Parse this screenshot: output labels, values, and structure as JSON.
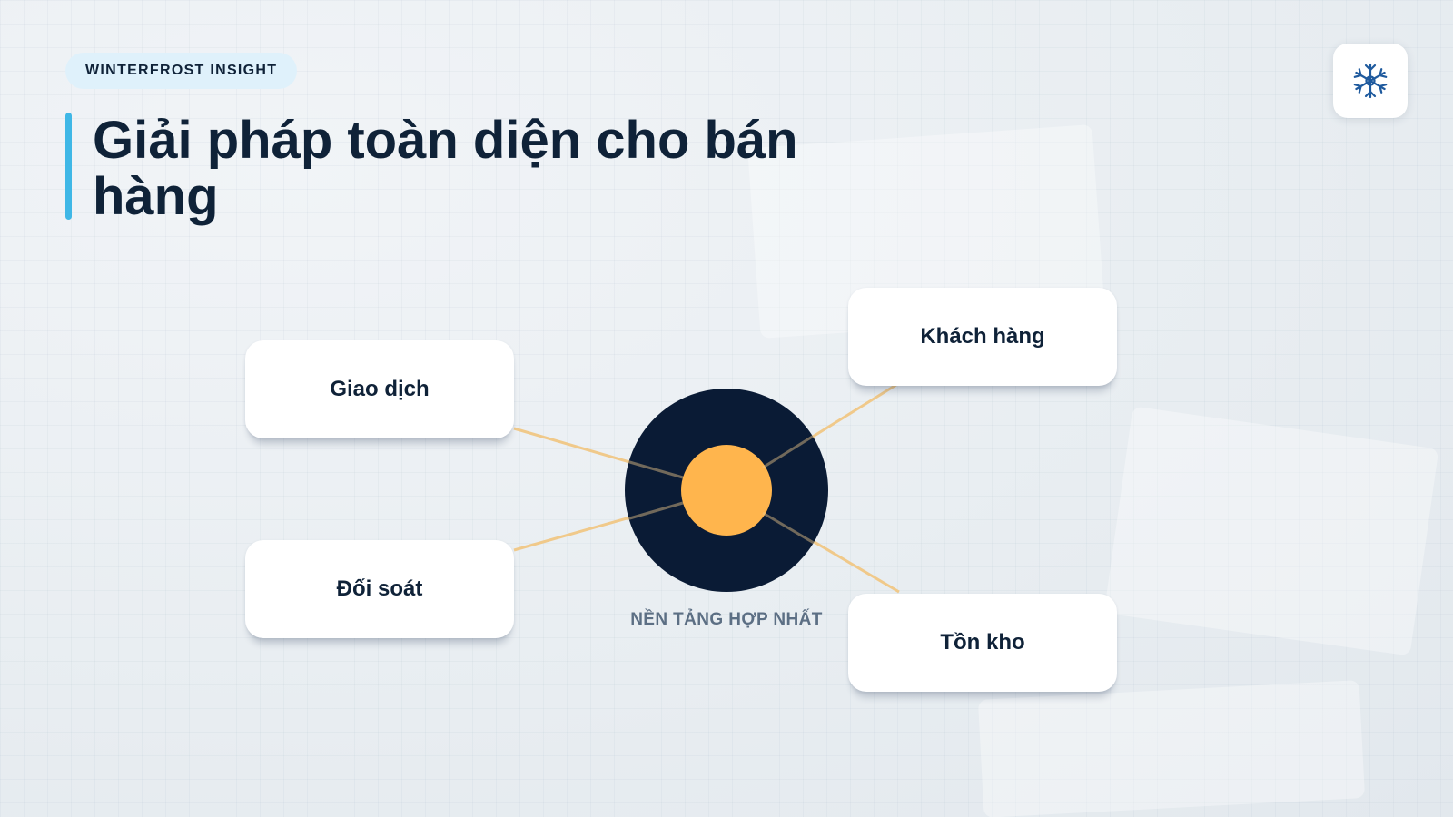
{
  "badge": "WINTERFROST INSIGHT",
  "title": "Giải pháp toàn diện cho bán hàng",
  "logo_icon": "snowflake-icon",
  "hub": {
    "label": "NỀN TẢNG HỢP NHẤT"
  },
  "nodes": [
    {
      "id": "giao-dich",
      "label": "Giao dịch"
    },
    {
      "id": "khach-hang",
      "label": "Khách hàng"
    },
    {
      "id": "doi-soat",
      "label": "Đối soát"
    },
    {
      "id": "ton-kho",
      "label": "Tồn kho"
    }
  ],
  "colors": {
    "title": "#0f2238",
    "accent_bar": "#3fb7e6",
    "badge_bg": "#dff1fb",
    "hub_outer": "#0a1b35",
    "hub_inner": "#ffb54d",
    "connector": "#f0c98a",
    "hub_label": "#5c6f84"
  }
}
